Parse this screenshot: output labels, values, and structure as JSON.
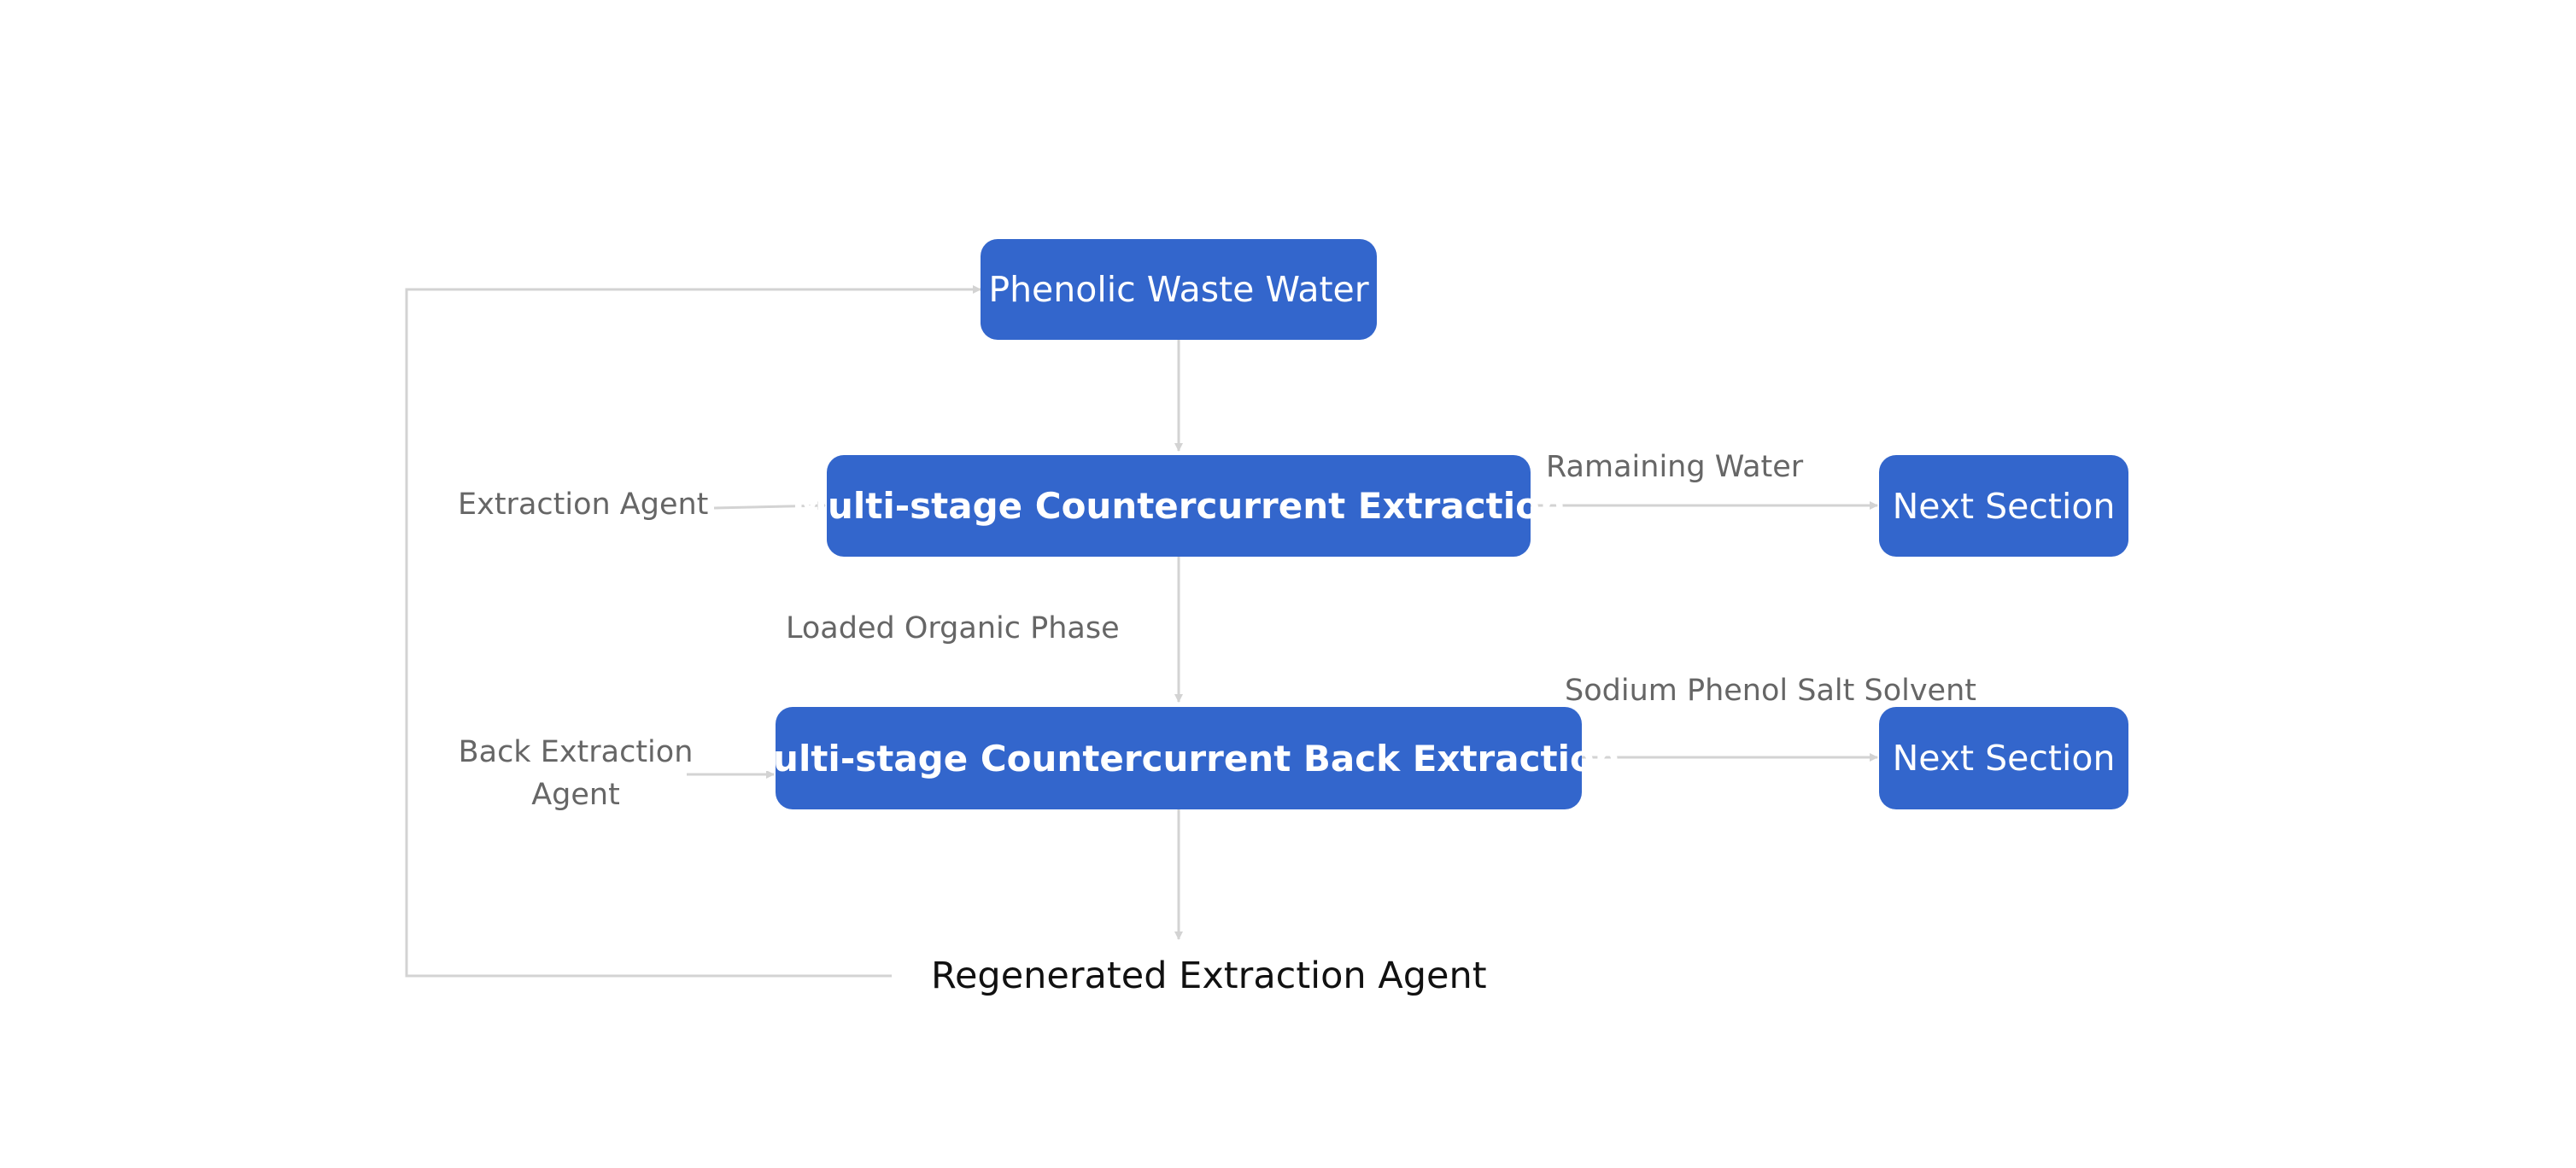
{
  "nodes": {
    "phenolic_waste_water": "Phenolic Waste Water",
    "extraction": "Multi-stage Countercurrent Extraction",
    "back_extraction": "Multi-stage Countercurrent Back Extraction",
    "next_section_1": "Next Section",
    "next_section_2": "Next Section"
  },
  "labels": {
    "extraction_agent": "Extraction Agent",
    "remaining_water": "Ramaining Water",
    "loaded_organic_phase": "Loaded Organic Phase",
    "sodium_phenol_salt_solvent": "Sodium Phenol Salt Solvent",
    "back_extraction_agent_line1": "Back Extraction",
    "back_extraction_agent_line2": "Agent",
    "regenerated_extraction_agent": "Regenerated Extraction Agent"
  },
  "colors": {
    "node_fill": "#3366cc",
    "node_text": "#ffffff",
    "edge": "#d3d3d3",
    "label_text": "#666666",
    "output_text": "#111111"
  }
}
